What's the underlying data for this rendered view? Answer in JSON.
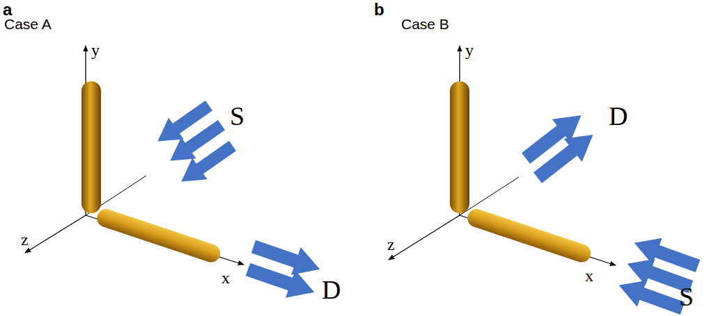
{
  "diagram": {
    "labels": [
      "a",
      "Case A",
      "y",
      "z",
      "x",
      "S",
      "D",
      "b",
      "Case B",
      "y",
      "z",
      "x",
      "D",
      "S"
    ]
  }
}
